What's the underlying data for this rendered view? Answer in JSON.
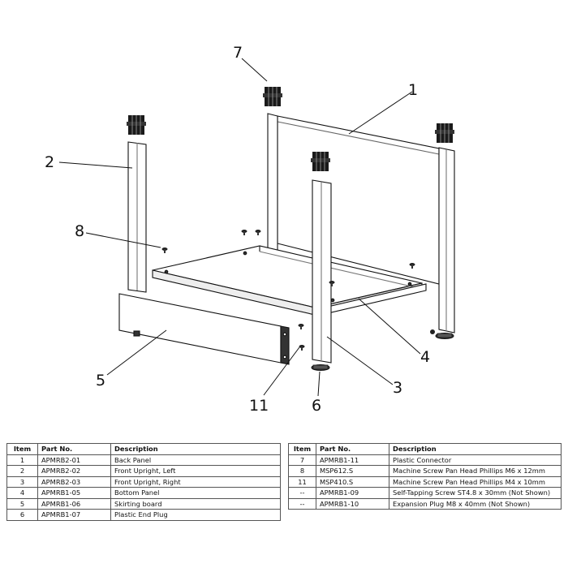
{
  "callouts": [
    "1",
    "2",
    "3",
    "4",
    "5",
    "6",
    "7",
    "8",
    "11"
  ],
  "table_headers": {
    "item": "Item",
    "part_no": "Part No.",
    "description": "Description"
  },
  "parts_left": [
    {
      "item": "1",
      "part_no": "APMRB2-01",
      "description": "Back Panel"
    },
    {
      "item": "2",
      "part_no": "APMRB2-02",
      "description": "Front Upright, Left"
    },
    {
      "item": "3",
      "part_no": "APMRB2-03",
      "description": "Front Upright, Right"
    },
    {
      "item": "4",
      "part_no": "APMRB1-05",
      "description": "Bottom Panel"
    },
    {
      "item": "5",
      "part_no": "APMRB1-06",
      "description": "Skirting board"
    },
    {
      "item": "6",
      "part_no": "APMRB1-07",
      "description": "Plastic End Plug"
    }
  ],
  "parts_right": [
    {
      "item": "7",
      "part_no": "APMRB1-11",
      "description": "Plastic Connector"
    },
    {
      "item": "8",
      "part_no": "MSP612.S",
      "description": "Machine Screw Pan Head Phillips M6 x 12mm"
    },
    {
      "item": "11",
      "part_no": "MSP410.S",
      "description": "Machine Screw Pan Head Phillips M4 x 10mm"
    },
    {
      "item": "--",
      "part_no": "APMRB1-09",
      "description": "Self-Tapping Screw ST4.8 x 30mm (Not Shown)"
    },
    {
      "item": "--",
      "part_no": "APMRB1-10",
      "description": "Expansion Plug M8 x 40mm (Not Shown)"
    }
  ]
}
